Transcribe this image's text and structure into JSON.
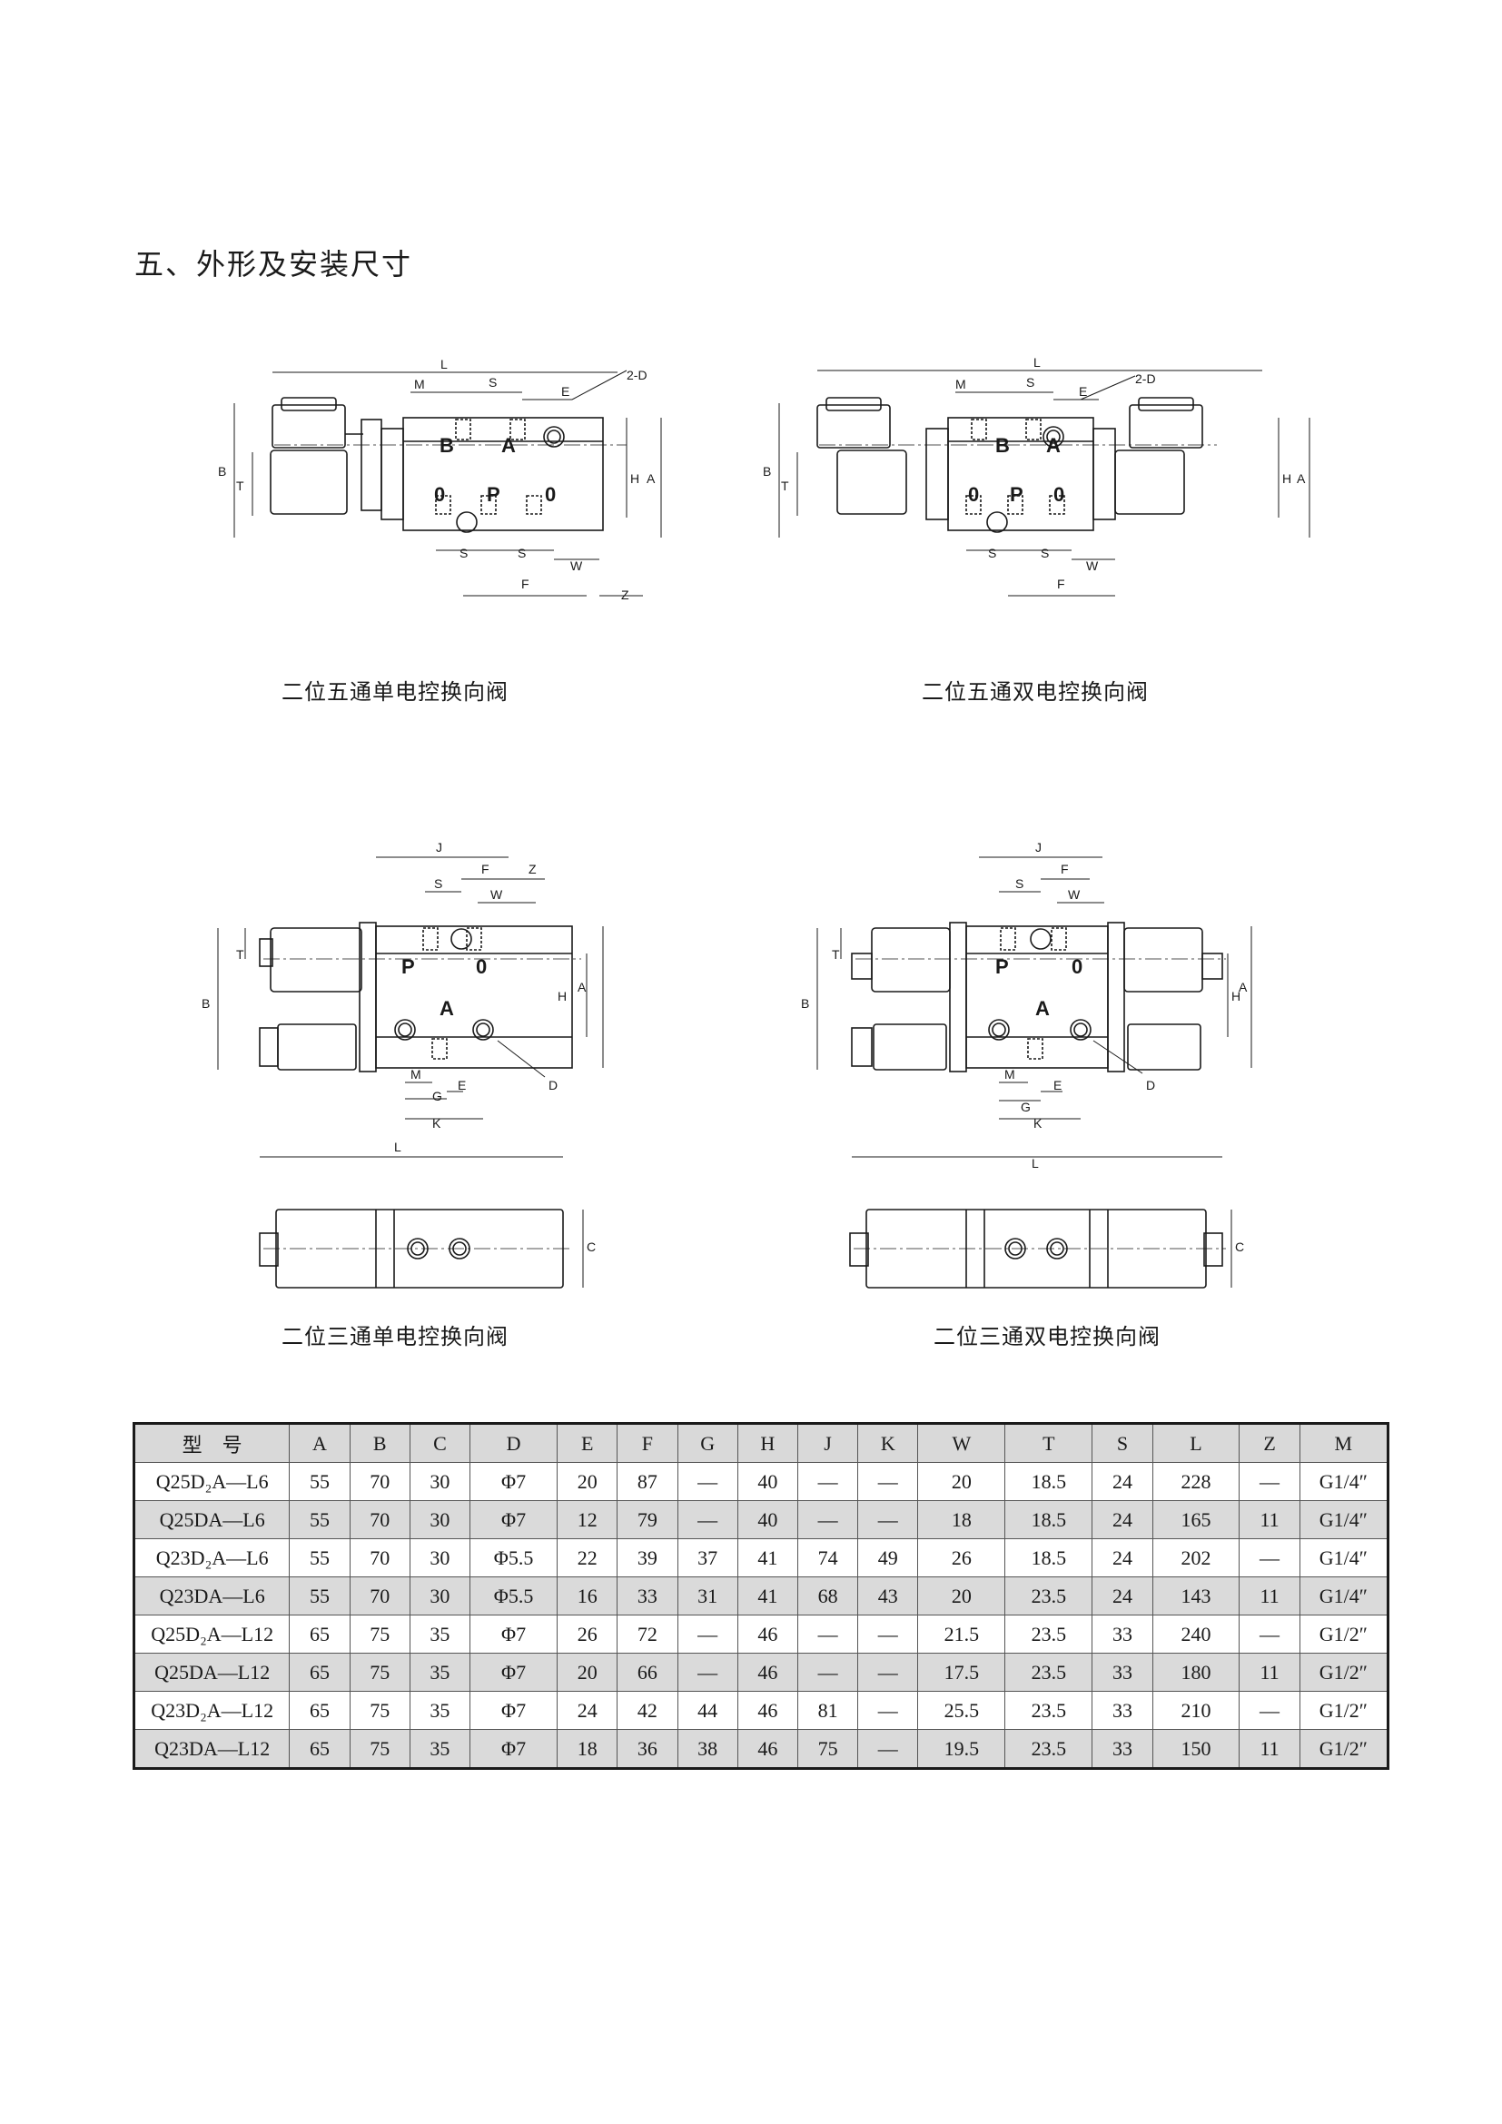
{
  "section_title": "五、外形及安装尺寸",
  "figures": [
    {
      "caption": "二位五通单电控换向阀",
      "dims": [
        "L",
        "M",
        "S",
        "E",
        "2-D",
        "B",
        "T",
        "H",
        "A",
        "S",
        "S",
        "W",
        "F",
        "Z"
      ],
      "ports": [
        "B",
        "A",
        "0",
        "P",
        "0"
      ]
    },
    {
      "caption": "二位五通双电控换向阀",
      "dims": [
        "L",
        "M",
        "S",
        "E",
        "2-D",
        "B",
        "T",
        "H",
        "A",
        "S",
        "S",
        "W",
        "F"
      ],
      "ports": [
        "B",
        "A",
        "0",
        "P",
        "0"
      ]
    },
    {
      "caption": "二位三通单电控换向阀",
      "dims": [
        "J",
        "F",
        "Z",
        "S",
        "W",
        "T",
        "B",
        "H",
        "A",
        "M",
        "G",
        "E",
        "D",
        "K",
        "L",
        "C"
      ],
      "ports": [
        "P",
        "0",
        "A"
      ]
    },
    {
      "caption": "二位三通双电控换向阀",
      "dims": [
        "J",
        "F",
        "S",
        "W",
        "T",
        "B",
        "H",
        "A",
        "M",
        "E",
        "D",
        "G",
        "K",
        "L",
        "C"
      ],
      "ports": [
        "P",
        "0",
        "A"
      ]
    }
  ],
  "table": {
    "headers": [
      "型　号",
      "A",
      "B",
      "C",
      "D",
      "E",
      "F",
      "G",
      "H",
      "J",
      "K",
      "W",
      "T",
      "S",
      "L",
      "Z",
      "M"
    ],
    "rows": [
      [
        "Q25D₂A—L6",
        "55",
        "70",
        "30",
        "Φ7",
        "20",
        "87",
        "—",
        "40",
        "—",
        "—",
        "20",
        "18.5",
        "24",
        "228",
        "—",
        "G1/4″"
      ],
      [
        "Q25DA—L6",
        "55",
        "70",
        "30",
        "Φ7",
        "12",
        "79",
        "—",
        "40",
        "—",
        "—",
        "18",
        "18.5",
        "24",
        "165",
        "11",
        "G1/4″"
      ],
      [
        "Q23D₂A—L6",
        "55",
        "70",
        "30",
        "Φ5.5",
        "22",
        "39",
        "37",
        "41",
        "74",
        "49",
        "26",
        "18.5",
        "24",
        "202",
        "—",
        "G1/4″"
      ],
      [
        "Q23DA—L6",
        "55",
        "70",
        "30",
        "Φ5.5",
        "16",
        "33",
        "31",
        "41",
        "68",
        "43",
        "20",
        "23.5",
        "24",
        "143",
        "11",
        "G1/4″"
      ],
      [
        "Q25D₂A—L12",
        "65",
        "75",
        "35",
        "Φ7",
        "26",
        "72",
        "—",
        "46",
        "—",
        "—",
        "21.5",
        "23.5",
        "33",
        "240",
        "—",
        "G1/2″"
      ],
      [
        "Q25DA—L12",
        "65",
        "75",
        "35",
        "Φ7",
        "20",
        "66",
        "—",
        "46",
        "—",
        "—",
        "17.5",
        "23.5",
        "33",
        "180",
        "11",
        "G1/2″"
      ],
      [
        "Q23D₂A—L12",
        "65",
        "75",
        "35",
        "Φ7",
        "24",
        "42",
        "44",
        "46",
        "81",
        "—",
        "25.5",
        "23.5",
        "33",
        "210",
        "—",
        "G1/2″"
      ],
      [
        "Q23DA—L12",
        "65",
        "75",
        "35",
        "Φ7",
        "18",
        "36",
        "38",
        "46",
        "75",
        "—",
        "19.5",
        "23.5",
        "33",
        "150",
        "11",
        "G1/2″"
      ]
    ]
  }
}
